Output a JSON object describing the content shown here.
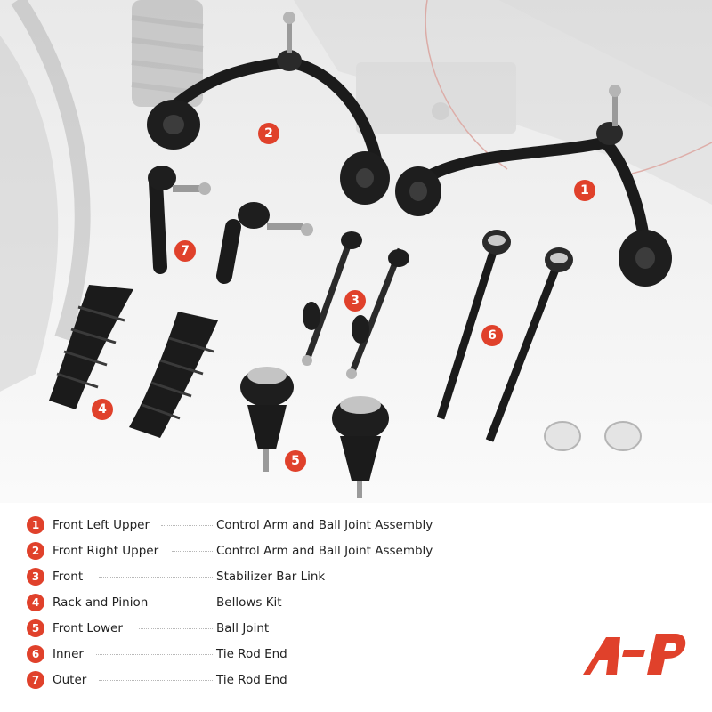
{
  "callouts": [
    "1",
    "2",
    "3",
    "4",
    "5",
    "6",
    "7"
  ],
  "legend": [
    {
      "number": "1",
      "position": "Front Left Upper",
      "part": "Control Arm and Ball Joint Assembly"
    },
    {
      "number": "2",
      "position": "Front Right Upper",
      "part": "Control Arm and Ball Joint Assembly"
    },
    {
      "number": "3",
      "position": "Front",
      "part": "Stabilizer Bar Link"
    },
    {
      "number": "4",
      "position": "Rack and Pinion",
      "part": "Bellows Kit"
    },
    {
      "number": "5",
      "position": "Front Lower",
      "part": "Ball Joint"
    },
    {
      "number": "6",
      "position": "Inner",
      "part": "Tie Rod End"
    },
    {
      "number": "7",
      "position": "Outer",
      "part": "Tie Rod End"
    }
  ],
  "colors": {
    "accent": "#e0412b",
    "text": "#222222",
    "parts": "#1b1b1b"
  },
  "brand": {
    "logo_icon": "a-premium-ap-logo-icon"
  }
}
